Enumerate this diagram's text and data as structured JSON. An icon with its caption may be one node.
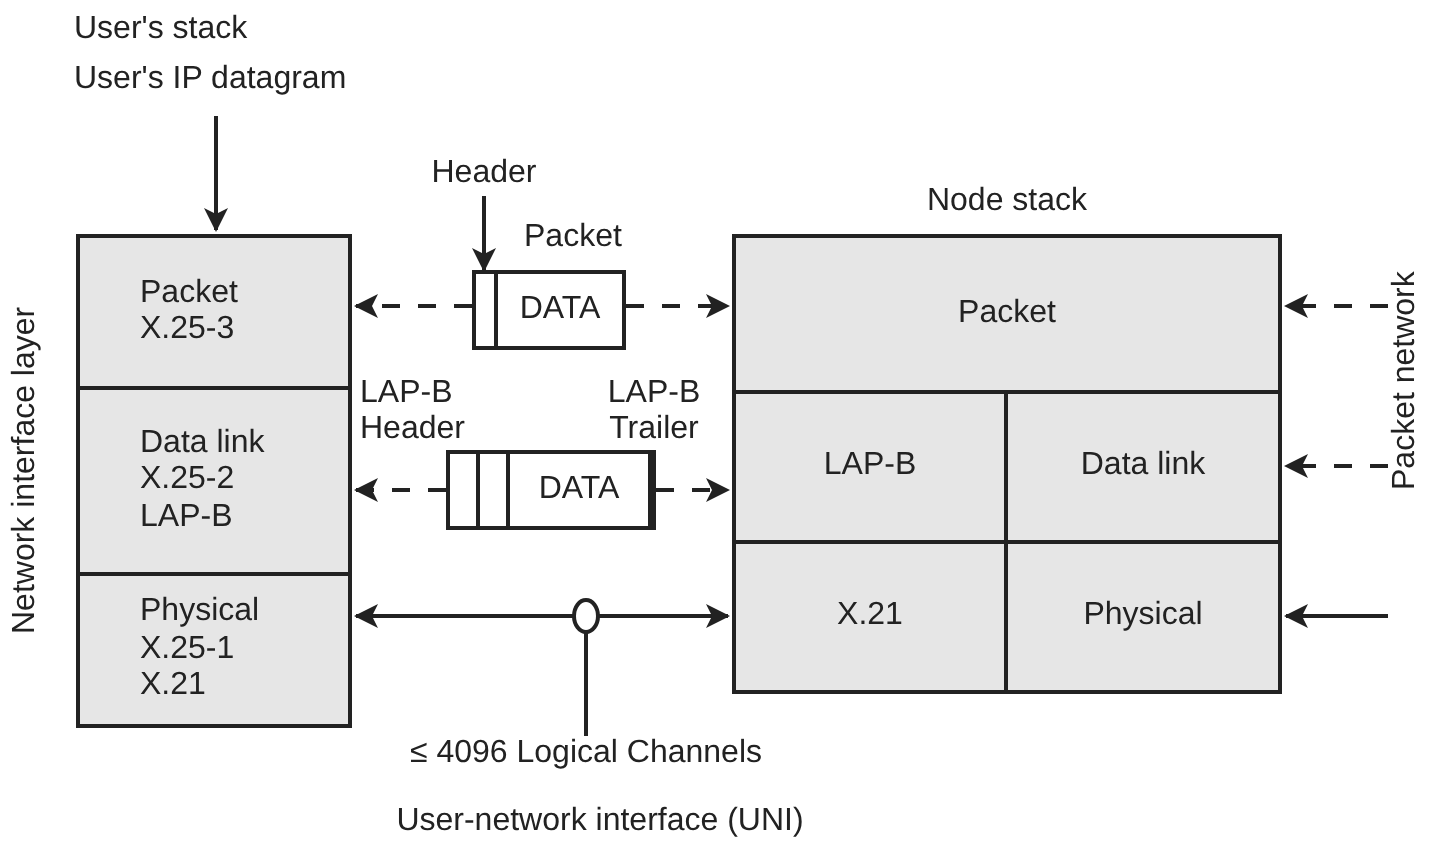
{
  "diagram": {
    "nodes": [
      {
        "text": [
          "User's stack",
          "User's IP datagram"
        ]
      },
      {
        "text": [
          "Packet X.25-3"
        ]
      },
      {
        "text": [
          "Data link X.25-2 LAP-B"
        ]
      },
      {
        "text": [
          "Physical X.25-1 X.21"
        ]
      },
      {
        "text": [
          "DATA"
        ],
        "beside": [
          "Packet"
        ]
      },
      {
        "text": [
          "Header"
        ]
      },
      {
        "text": [],
        "shape": "box",
        "in": 4
      },
      {
        "text": [
          "DATA"
        ],
        "beside": [
          "LAP-B Header",
          "LAP-B Trailer"
        ]
      },
      {
        "text": [
          "Node stack"
        ]
      },
      {
        "text": [
          "Packet"
        ],
        "in": 8
      },
      {
        "text": [
          "LAP-B"
        ],
        "in": 8
      },
      {
        "text": [
          "Data link"
        ],
        "in": 8
      },
      {
        "text": [
          "X.21"
        ],
        "in": 8
      },
      {
        "text": [
          "Physical"
        ],
        "in": 8
      },
      {
        "text": [],
        "shape": "circle"
      },
      {
        "text": [
          "≤ 4096 Logical Channels"
        ]
      },
      {
        "text": [
          "Packet network"
        ]
      }
    ],
    "edges": [
      {
        "from": 0,
        "to": 1,
        "arrow": "to"
      },
      {
        "from": 5,
        "to": 6,
        "arrow": "to"
      },
      {
        "from": 4,
        "to": 1,
        "arrow": "to",
        "style": "dashed"
      },
      {
        "from": 4,
        "to": 9,
        "arrow": "to",
        "style": "dashed"
      },
      {
        "from": 7,
        "to": 2,
        "arrow": "to",
        "style": "dashed"
      },
      {
        "from": 7,
        "to": 10,
        "arrow": "to",
        "style": "dashed"
      },
      {
        "from": 3,
        "to": 12,
        "arrow": "both"
      },
      {
        "from": 15,
        "to": 14,
        "arrow": "none"
      },
      {
        "from": 16,
        "to": 9,
        "arrow": "to",
        "style": "dashed"
      },
      {
        "from": 16,
        "to": 11,
        "arrow": "to",
        "style": "dashed"
      },
      {
        "from": 16,
        "to": 13,
        "arrow": "to"
      }
    ],
    "labels": [
      "Network interface layer",
      "User-network interface (UNI)"
    ]
  }
}
